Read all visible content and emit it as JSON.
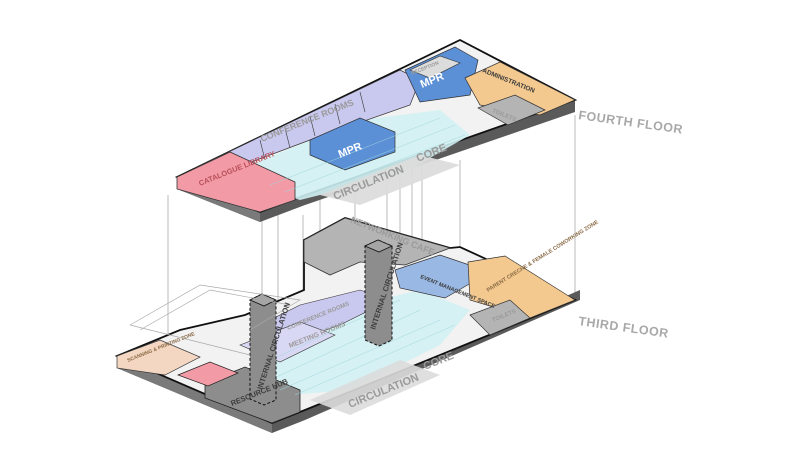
{
  "floors": {
    "fourth": {
      "label": "FOURTH FLOOR",
      "zones": {
        "mpr_top": "MPR",
        "mpr_mid": "MPR",
        "reception": "RECEPTION",
        "administration": "ADMINISTRATION",
        "toilets": "TOILETS",
        "conference_rooms": "CONFERENCE ROOMS",
        "catalogue_library": "CATALOGUE LIBRARY",
        "circulation": "CIRCULATION",
        "core": "CORE"
      }
    },
    "third": {
      "label": "THIRD FLOOR",
      "zones": {
        "networking_cafe": "NETWORKING CAFE",
        "internal_circulation_right": "INTERNAL CIRCULATION",
        "internal_circulation_left": "INTERNAL CIRCULATION",
        "event_management": "EVENT MANAGEMENT SPACE",
        "parent_creche": "PARENT CRECHE & FEMALE COWORKING ZONE",
        "toilets": "TOILETS",
        "conference_rooms": "CONFERENCE ROOMS",
        "meeting_rooms": "MEETING ROOMS",
        "resource_hub": "RESOURCE HUB",
        "printing_zone": "SCANNING & PRINTING ZONE",
        "circulation": "CIRCULATION",
        "core": "CORE"
      }
    }
  },
  "colors": {
    "floor_fill": "#f2f2f2",
    "floor_outline": "#111111",
    "slab_side": "#5a5a5a",
    "blue_zone": "#5b8fd6",
    "lavender_zone": "#c9c8ef",
    "orange_zone": "#f3c98f",
    "pink_zone": "#f29aa5",
    "cyan_zone": "#d3f1f3",
    "grey_zone": "#b4b4b4",
    "grey_dark": "#8d8d8d",
    "peach_zone": "#f4d7c2",
    "label_grey": "#a8a8a8"
  }
}
